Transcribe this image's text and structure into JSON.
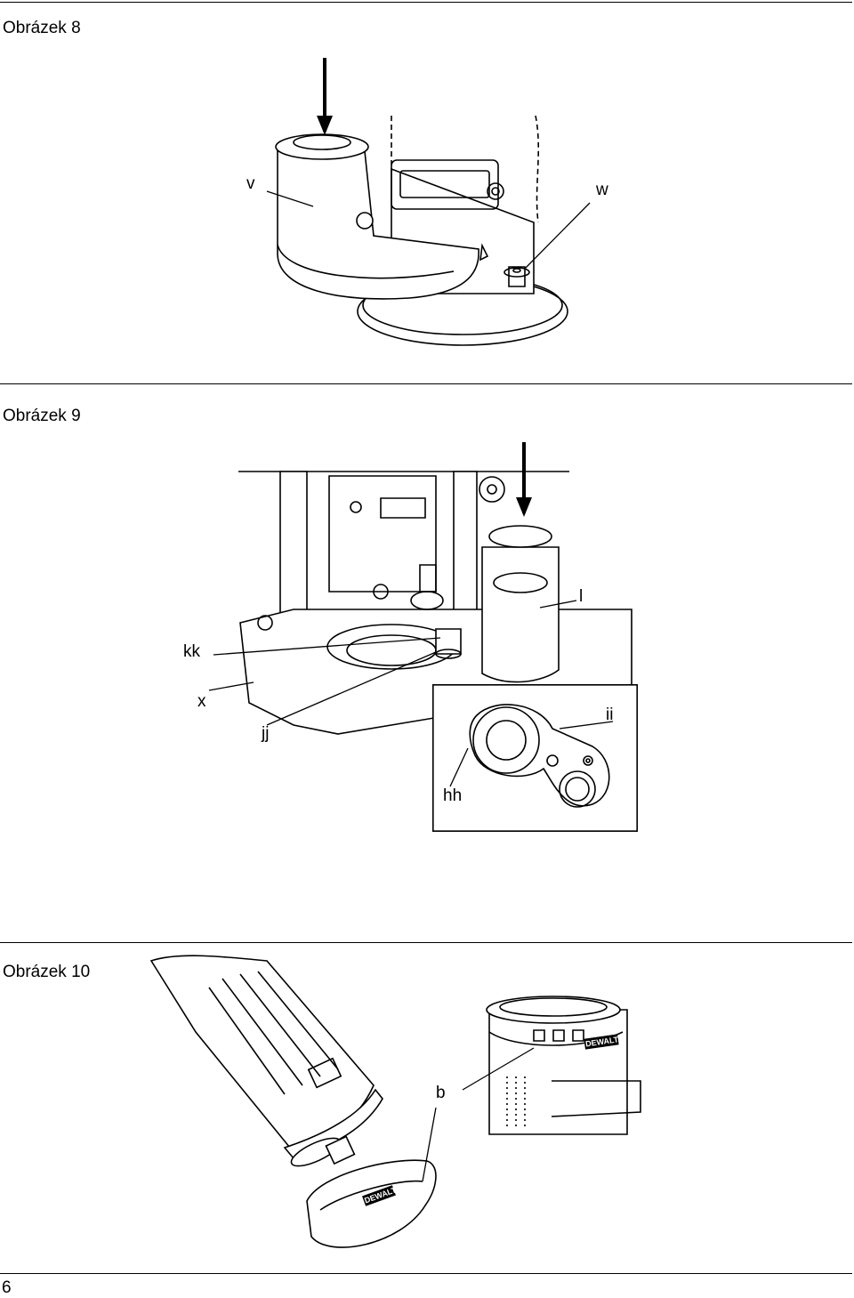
{
  "figures": [
    {
      "title": "Obrázek 8",
      "labels": {
        "v": "v",
        "w": "w"
      }
    },
    {
      "title": "Obrázek 9",
      "labels": {
        "l": "l",
        "kk": "kk",
        "x": "x",
        "jj": "jj",
        "ii": "ii",
        "hh": "hh"
      }
    },
    {
      "title": "Obrázek 10",
      "labels": {
        "b": "b"
      },
      "brand_text": "DEWALT"
    }
  ],
  "page_number": "6"
}
